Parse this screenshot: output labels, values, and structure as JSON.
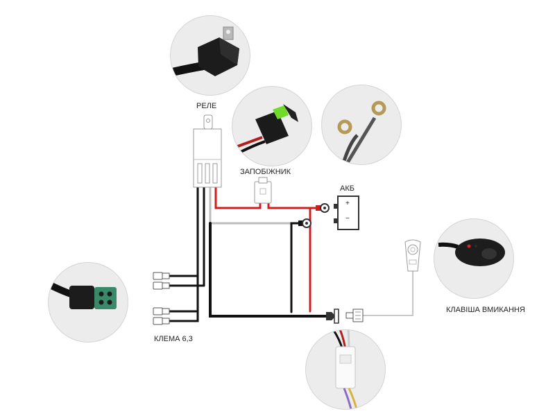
{
  "labels": {
    "relay": "РЕЛЕ",
    "fuse": "ЗАПОБІЖНИК",
    "battery": "АКБ",
    "switch": "КЛАВІША ВМИКАННЯ",
    "terminal": "КЛЕМА 6,3"
  },
  "battery_terminals": {
    "plus": "+",
    "minus": "−"
  },
  "colors": {
    "positive": "#cc1f1f",
    "ground": "#111111",
    "neutral": "#bbbbbb",
    "connector_green": "#3a8a6a",
    "fuse_green": "#6fdc2a"
  }
}
